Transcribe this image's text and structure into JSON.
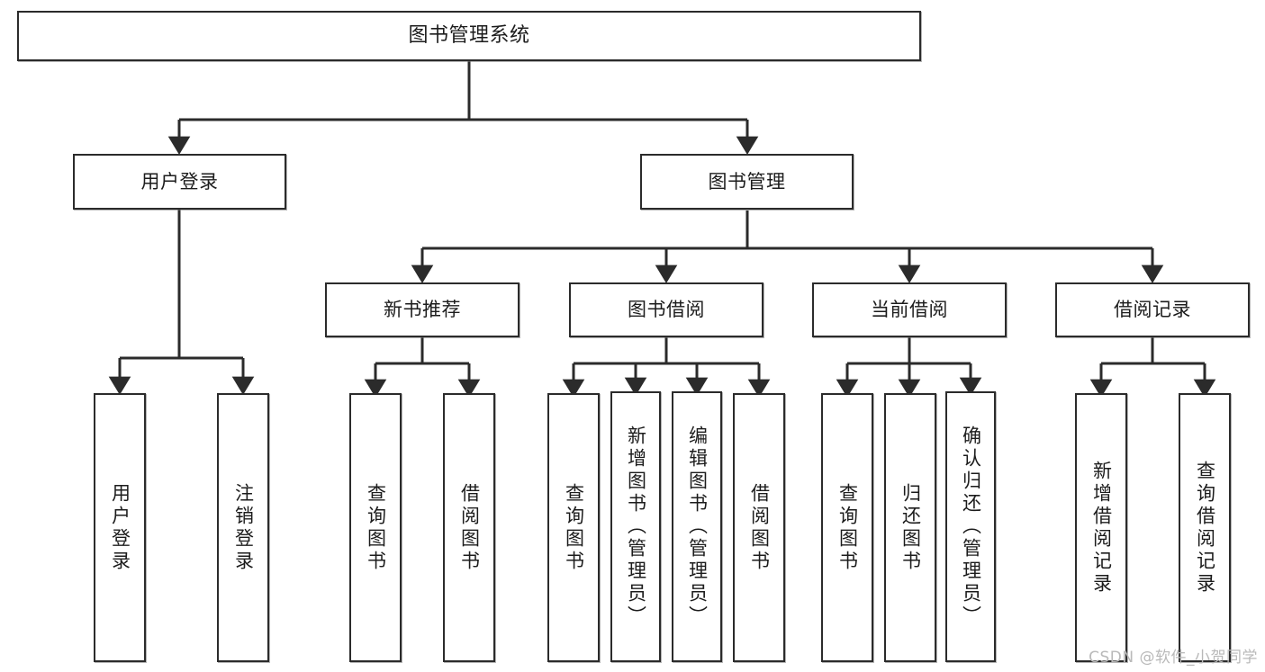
{
  "diagram": {
    "type": "tree-hierarchy",
    "title": "图书管理系统",
    "watermark": "CSDN @软件_小贺同学",
    "colors": {
      "box_border": "#2b2b2b",
      "box_fill": "#ffffff",
      "connector": "#2b2b2b",
      "text": "#1c1c1c",
      "watermark": "#b9b9b9"
    },
    "nodes": {
      "root": {
        "label": "图书管理系统",
        "level": 1
      },
      "l2": [
        {
          "id": "user-login",
          "label": "用户登录",
          "level": 2
        },
        {
          "id": "book-manage",
          "label": "图书管理",
          "level": 2
        }
      ],
      "l3": [
        {
          "id": "new-book-rec",
          "label": "新书推荐",
          "level": 3,
          "parent": "book-manage"
        },
        {
          "id": "book-borrow",
          "label": "图书借阅",
          "level": 3,
          "parent": "book-manage"
        },
        {
          "id": "current-borrow",
          "label": "当前借阅",
          "level": 3,
          "parent": "book-manage"
        },
        {
          "id": "borrow-record",
          "label": "借阅记录",
          "level": 3,
          "parent": "book-manage"
        }
      ],
      "leaves": [
        {
          "id": "leaf-user-login",
          "label": "用户登录",
          "parent": "user-login"
        },
        {
          "id": "leaf-user-logout",
          "label": "注销登录",
          "parent": "user-login"
        },
        {
          "id": "leaf-rec-query",
          "label": "查询图书",
          "parent": "new-book-rec"
        },
        {
          "id": "leaf-rec-borrow",
          "label": "借阅图书",
          "parent": "new-book-rec"
        },
        {
          "id": "leaf-borrow-query",
          "label": "查询图书",
          "parent": "book-borrow"
        },
        {
          "id": "leaf-borrow-add",
          "label": "新增图书（管理员）",
          "parent": "book-borrow"
        },
        {
          "id": "leaf-borrow-edit",
          "label": "编辑图书（管理员）",
          "parent": "book-borrow"
        },
        {
          "id": "leaf-borrow-lend",
          "label": "借阅图书",
          "parent": "book-borrow"
        },
        {
          "id": "leaf-cur-query",
          "label": "查询图书",
          "parent": "current-borrow"
        },
        {
          "id": "leaf-cur-return",
          "label": "归还图书",
          "parent": "current-borrow"
        },
        {
          "id": "leaf-cur-confirm",
          "label": "确认归还（管理员）",
          "parent": "current-borrow"
        },
        {
          "id": "leaf-rec-add",
          "label": "新增借阅记录",
          "parent": "borrow-record"
        },
        {
          "id": "leaf-rec-query2",
          "label": "查询借阅记录",
          "parent": "borrow-record"
        }
      ]
    }
  }
}
